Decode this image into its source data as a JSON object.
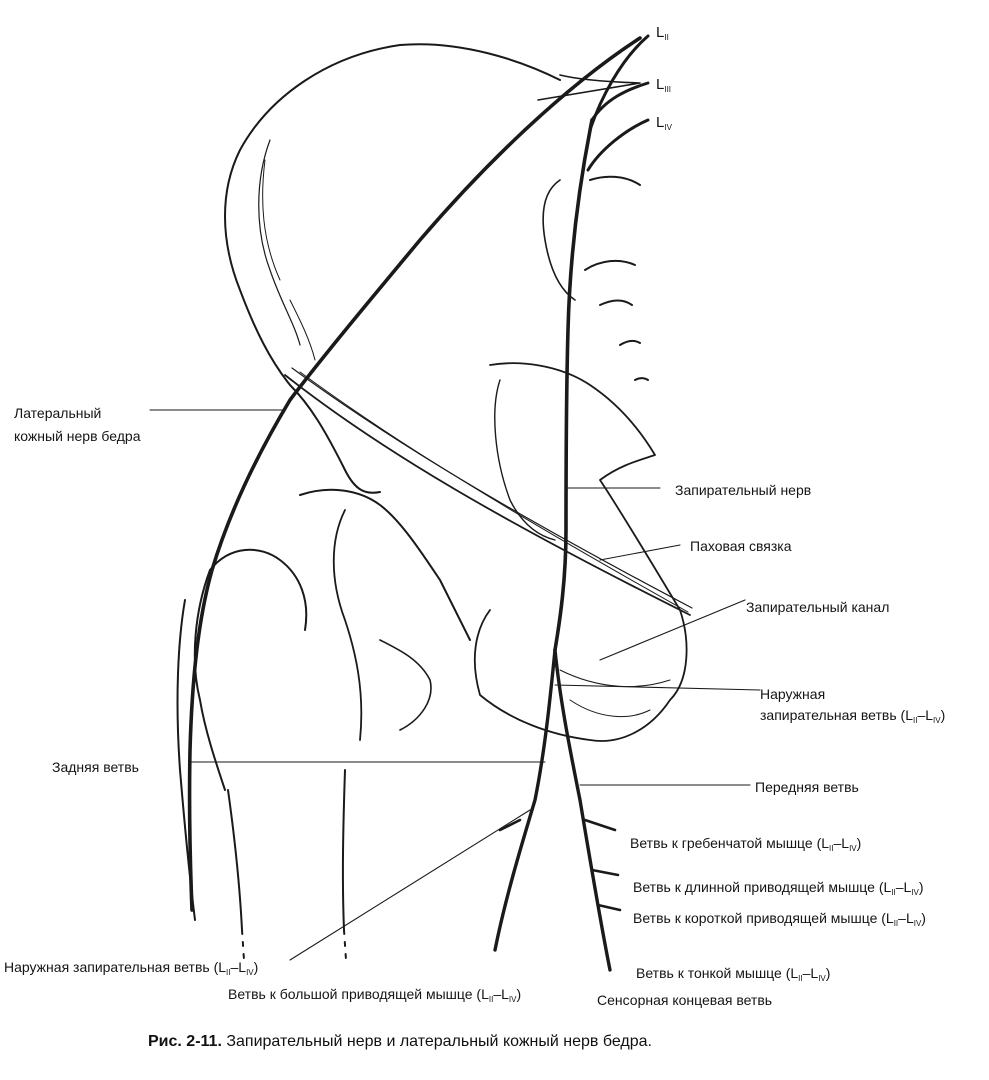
{
  "roots": [
    {
      "letter": "L",
      "sub": "II"
    },
    {
      "letter": "L",
      "sub": "III"
    },
    {
      "letter": "L",
      "sub": "IV"
    }
  ],
  "labels": {
    "lateral_line1": "Латеральный",
    "lateral_line2": "кожный нерв бедра",
    "obturator_nerve": "Запирательный нерв",
    "inguinal_ligament": "Паховая связка",
    "obturator_canal": "Запирательный канал",
    "ext_branch_line1": "Наружная",
    "ext_branch_line2": "запирательная ветвь (L",
    "posterior_branch": "Задняя ветвь",
    "anterior_branch": "Передняя ветвь",
    "pectineus_branch": "Ветвь к гребенчатой мышце (L",
    "adductor_longus_branch": "Ветвь к длинной приводящей мышце (L",
    "adductor_brevis_branch": "Ветвь к короткой приводящей мышце (L",
    "gracilis_branch": "Ветвь к тонкой мышце (L",
    "ext_branch_lower": "Наружная запирательная ветвь (L",
    "adductor_magnus_branch": "Ветвь к большой приводящей мышце (L",
    "sensory_terminal": "Сенсорная концевая ветвь"
  },
  "range_sub": {
    "from": "II",
    "to": "IV"
  },
  "caption": {
    "number": "Рис. 2-11.",
    "text": "Запирательный нерв и латеральный кожный нерв бедра."
  }
}
